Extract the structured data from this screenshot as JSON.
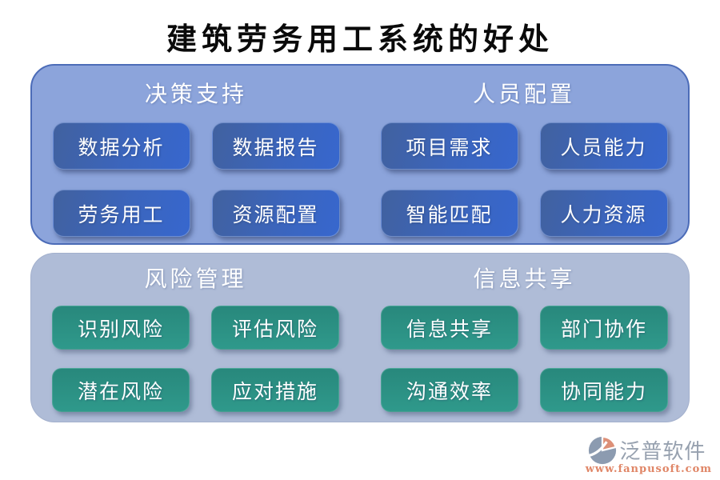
{
  "title": "建筑劳务用工系统的好处",
  "panels": [
    {
      "name": "top-panel",
      "sections": [
        {
          "header": "决策支持",
          "buttons": [
            "数据分析",
            "数据报告",
            "劳务用工",
            "资源配置"
          ]
        },
        {
          "header": "人员配置",
          "buttons": [
            "项目需求",
            "人员能力",
            "智能匹配",
            "人力资源"
          ]
        }
      ]
    },
    {
      "name": "bottom-panel",
      "sections": [
        {
          "header": "风险管理",
          "buttons": [
            "识别风险",
            "评估风险",
            "潜在风险",
            "应对措施"
          ]
        },
        {
          "header": "信息共享",
          "buttons": [
            "信息共享",
            "部门协作",
            "沟通效率",
            "协同能力"
          ]
        }
      ]
    }
  ],
  "footer": {
    "brand": "泛普软件",
    "url": "www.fanpusoft.com",
    "logo_icon": "fanpu-logo"
  },
  "colors": {
    "top_panel_bg": "#8ca4db",
    "top_panel_border": "#4c6cb8",
    "bottom_panel_bg": "#afbcd7",
    "blue_button_start": "#41619f",
    "blue_button_end": "#3767ce",
    "teal_button": "#2d9488",
    "header_text": "#ffffff",
    "button_text": "#ffffff",
    "title_text": "#0a0a0a",
    "brand_gray": "#97a1af",
    "brand_salmon": "#e08667"
  }
}
